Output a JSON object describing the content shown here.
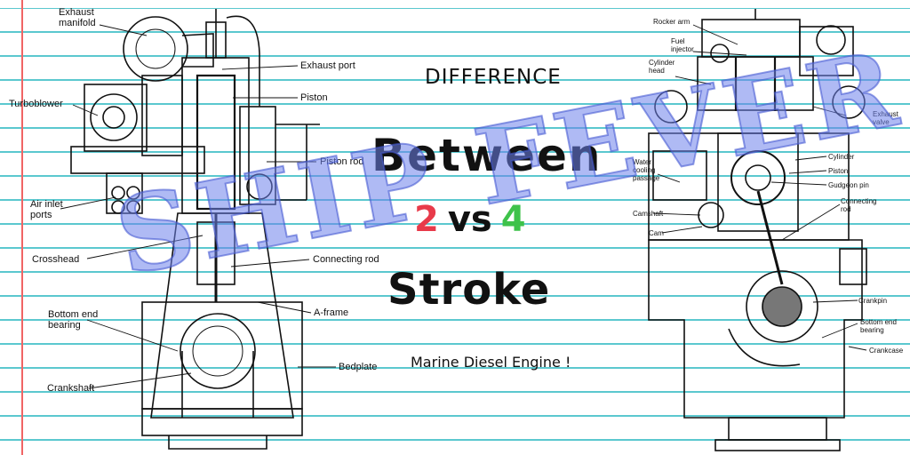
{
  "title": {
    "difference": "DIFFERENCE",
    "between": "Between",
    "two": "2",
    "vs": "vs",
    "four": "4",
    "stroke": "Stroke",
    "subtitle": "Marine Diesel Engine !"
  },
  "watermark": "SHIP FEVER",
  "left_labels": {
    "exhaust_manifold": "Exhaust\nmanifold",
    "exhaust_port": "Exhaust port",
    "piston": "Piston",
    "turboblower": "Turboblower",
    "piston_rod": "Piston rod",
    "air_inlet_ports": "Air inlet\nports",
    "crosshead": "Crosshead",
    "connecting_rod": "Connecting rod",
    "a_frame": "A-frame",
    "bottom_end_bearing": "Bottom end\nbearing",
    "bedplate": "Bedplate",
    "crankshaft": "Crankshaft"
  },
  "right_labels": {
    "rocker_arm": "Rocker arm",
    "fuel_injector": "Fuel\ninjector",
    "cylinder_head": "Cylinder\nhead",
    "exhaust_valve": "Exhaust\nvalve",
    "water_cooling_passage": "Water\ncooling\npassage",
    "cylinder": "Cylinder",
    "piston": "Piston",
    "gudgeon_pin": "Gudgeon pin",
    "camshaft": "Camshaft",
    "connecting_rod": "Connecting\nrod",
    "cam": "Cam",
    "crankpin": "Crankpin",
    "bottom_end_bearing": "Bottom end\nbearing",
    "crankcase": "Crankcase"
  },
  "colors": {
    "ruled_line": "#5bc8cf",
    "margin_line": "#f06565",
    "two": "#e83a4a",
    "four": "#3ec24a",
    "watermark": "#6e82eb"
  }
}
